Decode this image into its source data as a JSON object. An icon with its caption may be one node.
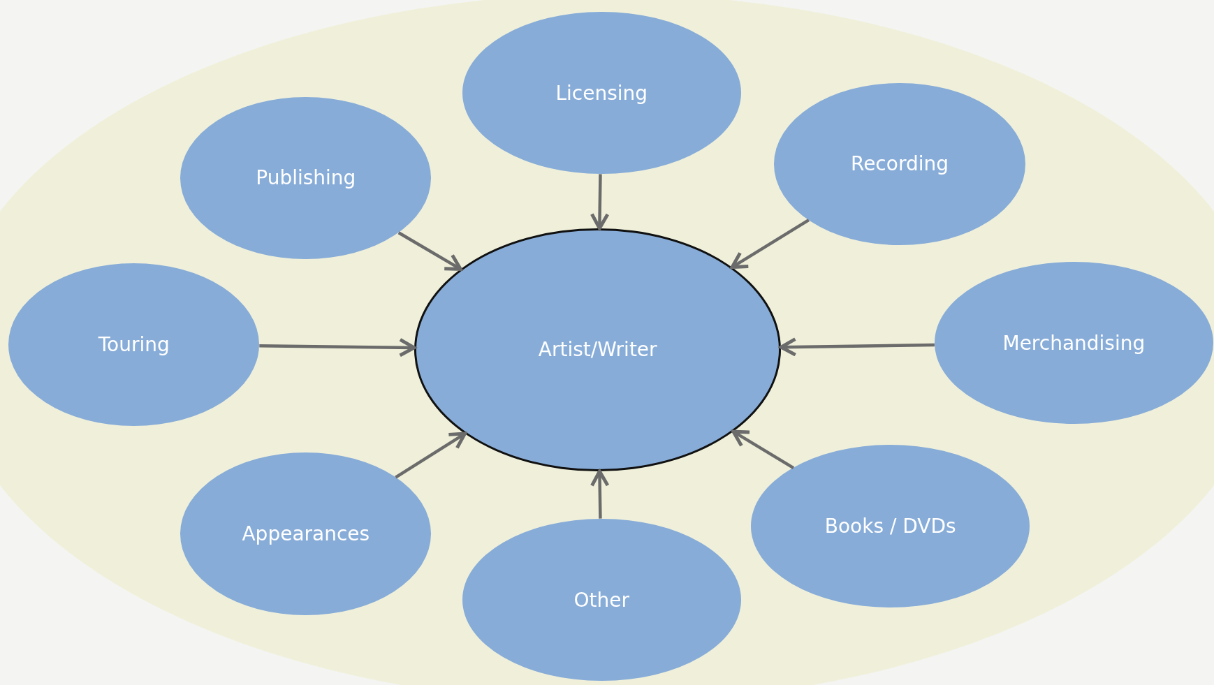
{
  "diagram": {
    "nodes": [
      {
        "text": [
          "Licensing"
        ]
      },
      {
        "text": [
          "Publishing"
        ]
      },
      {
        "text": [
          "Recording"
        ]
      },
      {
        "text": [
          "Touring"
        ]
      },
      {
        "text": [
          "Artist/Writer"
        ]
      },
      {
        "text": [
          "Merchandising"
        ]
      },
      {
        "text": [
          "Appearances"
        ]
      },
      {
        "text": [
          "Books / DVDs"
        ]
      },
      {
        "text": [
          "Other"
        ]
      }
    ],
    "edges": [
      {
        "from": 0,
        "to": 4,
        "arrow": "to"
      },
      {
        "from": 1,
        "to": 4,
        "arrow": "to"
      },
      {
        "from": 2,
        "to": 4,
        "arrow": "to"
      },
      {
        "from": 3,
        "to": 4,
        "arrow": "to"
      },
      {
        "from": 5,
        "to": 4,
        "arrow": "to"
      },
      {
        "from": 6,
        "to": 4,
        "arrow": "to"
      },
      {
        "from": 7,
        "to": 4,
        "arrow": "to"
      },
      {
        "from": 8,
        "to": 4,
        "arrow": "to"
      }
    ]
  }
}
